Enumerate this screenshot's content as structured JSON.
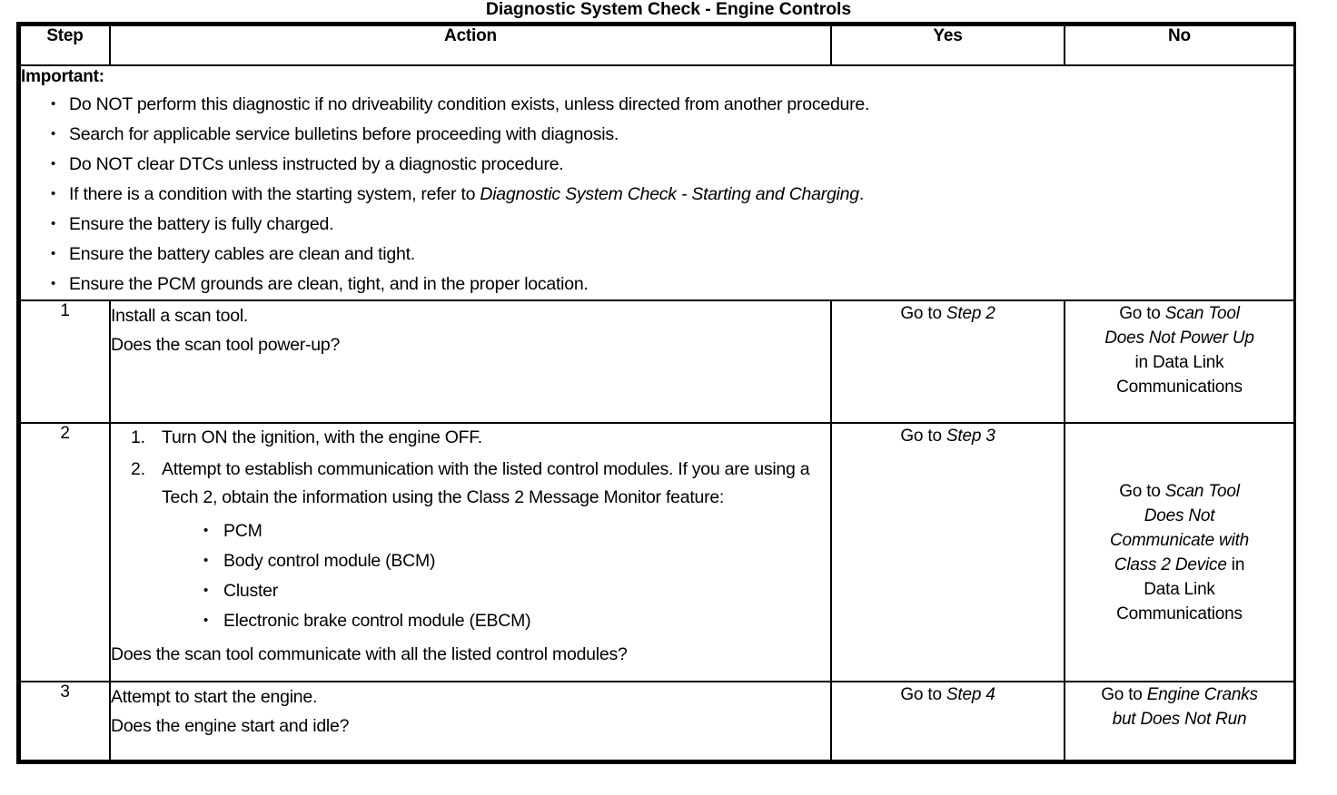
{
  "document": {
    "title": "Diagnostic System Check - Engine Controls"
  },
  "table": {
    "headers": {
      "step": "Step",
      "action": "Action",
      "yes": "Yes",
      "no": "No"
    },
    "important": {
      "label": "Important:",
      "bullets": [
        {
          "pre": "Do NOT perform this diagnostic if no driveability condition exists, unless directed from another procedure.",
          "italic": "",
          "post": ""
        },
        {
          "pre": "Search for applicable service bulletins before proceeding with diagnosis.",
          "italic": "",
          "post": ""
        },
        {
          "pre": "Do NOT clear DTCs unless instructed by a diagnostic procedure.",
          "italic": "",
          "post": ""
        },
        {
          "pre": "If there is a condition with the starting system, refer to ",
          "italic": "Diagnostic System Check -  Starting and Charging",
          "post": "."
        },
        {
          "pre": "Ensure the battery is fully charged.",
          "italic": "",
          "post": ""
        },
        {
          "pre": "Ensure the battery cables are clean and tight.",
          "italic": "",
          "post": ""
        },
        {
          "pre": "Ensure the PCM grounds are clean, tight, and in the proper location.",
          "italic": "",
          "post": ""
        }
      ]
    },
    "steps": [
      {
        "number": "1",
        "action": {
          "lines": [
            "Install a scan tool.",
            "Does the scan tool power-up?"
          ]
        },
        "yes": {
          "pre": "Go to ",
          "italic": "Step 2",
          "post": ""
        },
        "no": {
          "line1_pre": "Go to ",
          "line1_italic": "Scan Tool",
          "line2_italic": "Does Not Power Up",
          "line3": "in Data Link",
          "line4": "Communications"
        }
      },
      {
        "number": "2",
        "action": {
          "ordered": [
            "Turn ON the ignition, with the engine OFF.",
            "Attempt to establish communication with the listed control modules. If you are using a Tech 2, obtain the information using the Class 2 Message Monitor feature:"
          ],
          "sub_bullets": [
            "PCM",
            "Body control module (BCM)",
            "Cluster",
            "Electronic brake control module (EBCM)"
          ],
          "tail": "Does the scan tool communicate with all the listed control modules?"
        },
        "yes": {
          "pre": "Go to ",
          "italic": "Step 3",
          "post": ""
        },
        "no": {
          "line1_pre": "Go to ",
          "line1_italic": "Scan Tool",
          "line2_italic": "Does Not",
          "line3_italic": "Communicate with",
          "line4_italic": "Class 2 Device",
          "line4_post": " in",
          "line5": "Data Link",
          "line6": "Communications"
        }
      },
      {
        "number": "3",
        "action": {
          "lines": [
            "Attempt to start the engine.",
            "Does the engine start and idle?"
          ]
        },
        "yes": {
          "pre": "Go to ",
          "italic": "Step 4",
          "post": ""
        },
        "no": {
          "line1_pre": "Go to ",
          "line1_italic": "Engine Cranks",
          "line2_italic": "but Does Not Run"
        }
      }
    ]
  }
}
